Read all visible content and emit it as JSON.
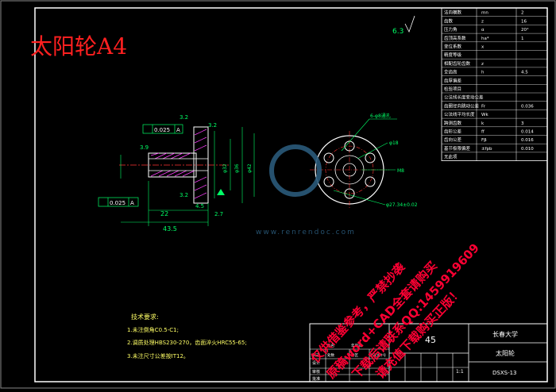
{
  "title": {
    "text": "太阳轮A4",
    "color": "#ff2020"
  },
  "colors": {
    "bg": "#000000",
    "frame": "#ffffff",
    "part": "#ffffff",
    "dim": "#00ff66",
    "center": "#ff3333",
    "hatch": "#ff40ff",
    "text_yellow": "#ffff66",
    "text_white": "#ffffff",
    "watermark": "#ff0033",
    "logo": "#2a5a7a"
  },
  "param_table": {
    "rows": [
      {
        "label": "法向模数",
        "sym": "mn",
        "val": "2"
      },
      {
        "label": "齿数",
        "sym": "z",
        "val": "16"
      },
      {
        "label": "压力角",
        "sym": "α",
        "val": "20°"
      },
      {
        "label": "齿顶高系数",
        "sym": "ha*",
        "val": "1"
      },
      {
        "label": "变位系数",
        "sym": "x",
        "val": ""
      },
      {
        "label": "精度等级",
        "sym": "",
        "val": ""
      },
      {
        "label": "相配齿轮齿数",
        "sym": "z",
        "val": ""
      },
      {
        "label": "全齿高",
        "sym": "h",
        "val": "4.5"
      },
      {
        "label": "齿厚偏差",
        "sym": "",
        "val": ""
      },
      {
        "label": "检验项目",
        "sym": "",
        "val": ""
      },
      {
        "label": "公法线长度变动公差",
        "sym": "",
        "val": ""
      },
      {
        "label": "齿圈径向跳动公差",
        "sym": "Fr",
        "val": "0.036"
      },
      {
        "label": "公法线平均长度",
        "sym": "Wk",
        "val": ""
      },
      {
        "label": "跨测齿数",
        "sym": "k",
        "val": "3"
      },
      {
        "label": "齿形公差",
        "sym": "ff",
        "val": "0.014"
      },
      {
        "label": "齿向公差",
        "sym": "Fβ",
        "val": "0.016"
      },
      {
        "label": "基节极限偏差",
        "sym": "±fpb",
        "val": "0.010"
      },
      {
        "label": "无此项",
        "sym": "",
        "val": ""
      }
    ]
  },
  "dims": {
    "tol_top": "0.025",
    "tol_top_ref": "A",
    "tol_left": "0.025",
    "tol_left_ref": "A",
    "rough1": "3.2",
    "rough2": "6.3",
    "rough3": "3.2",
    "rough4": "3.2",
    "d_overall": "43.5",
    "d_left": "22",
    "d_step": "4.5",
    "d_mid": "2.7",
    "bolt_circle": "6-φ8通孔",
    "center_hole": "φ18",
    "bore": "M8",
    "pcd": "φ27.34±0.02",
    "dia1": "φ32",
    "dia2": "φ36",
    "dia3": "φ42",
    "chamfer": "3.9"
  },
  "tech": {
    "heading": "技术要求:",
    "items": [
      "1.未注倒角C0.5-C1;",
      "2.调质处理HBS230-270，齿面淬火HRC55-65;",
      "3.未注尺寸公差按IT12。"
    ]
  },
  "title_block": {
    "material": "45",
    "org": "长春大学",
    "part_name": "太阳轮",
    "code": "DSXS-13",
    "scale": "1:1",
    "rows_left": [
      "设计",
      "审核",
      "批准"
    ],
    "labels_small": [
      "标记",
      "处数",
      "分区",
      "更改文件号",
      "签名",
      "年月日"
    ]
  },
  "watermarks": [
    "仅供借鉴参考，严禁抄袭",
    "原稿word+CAD全套请购买",
    "下载后请联系QQ:1459919609",
    "请充值下载购买正版！"
  ],
  "logo_text": "www.renrendoc.com"
}
